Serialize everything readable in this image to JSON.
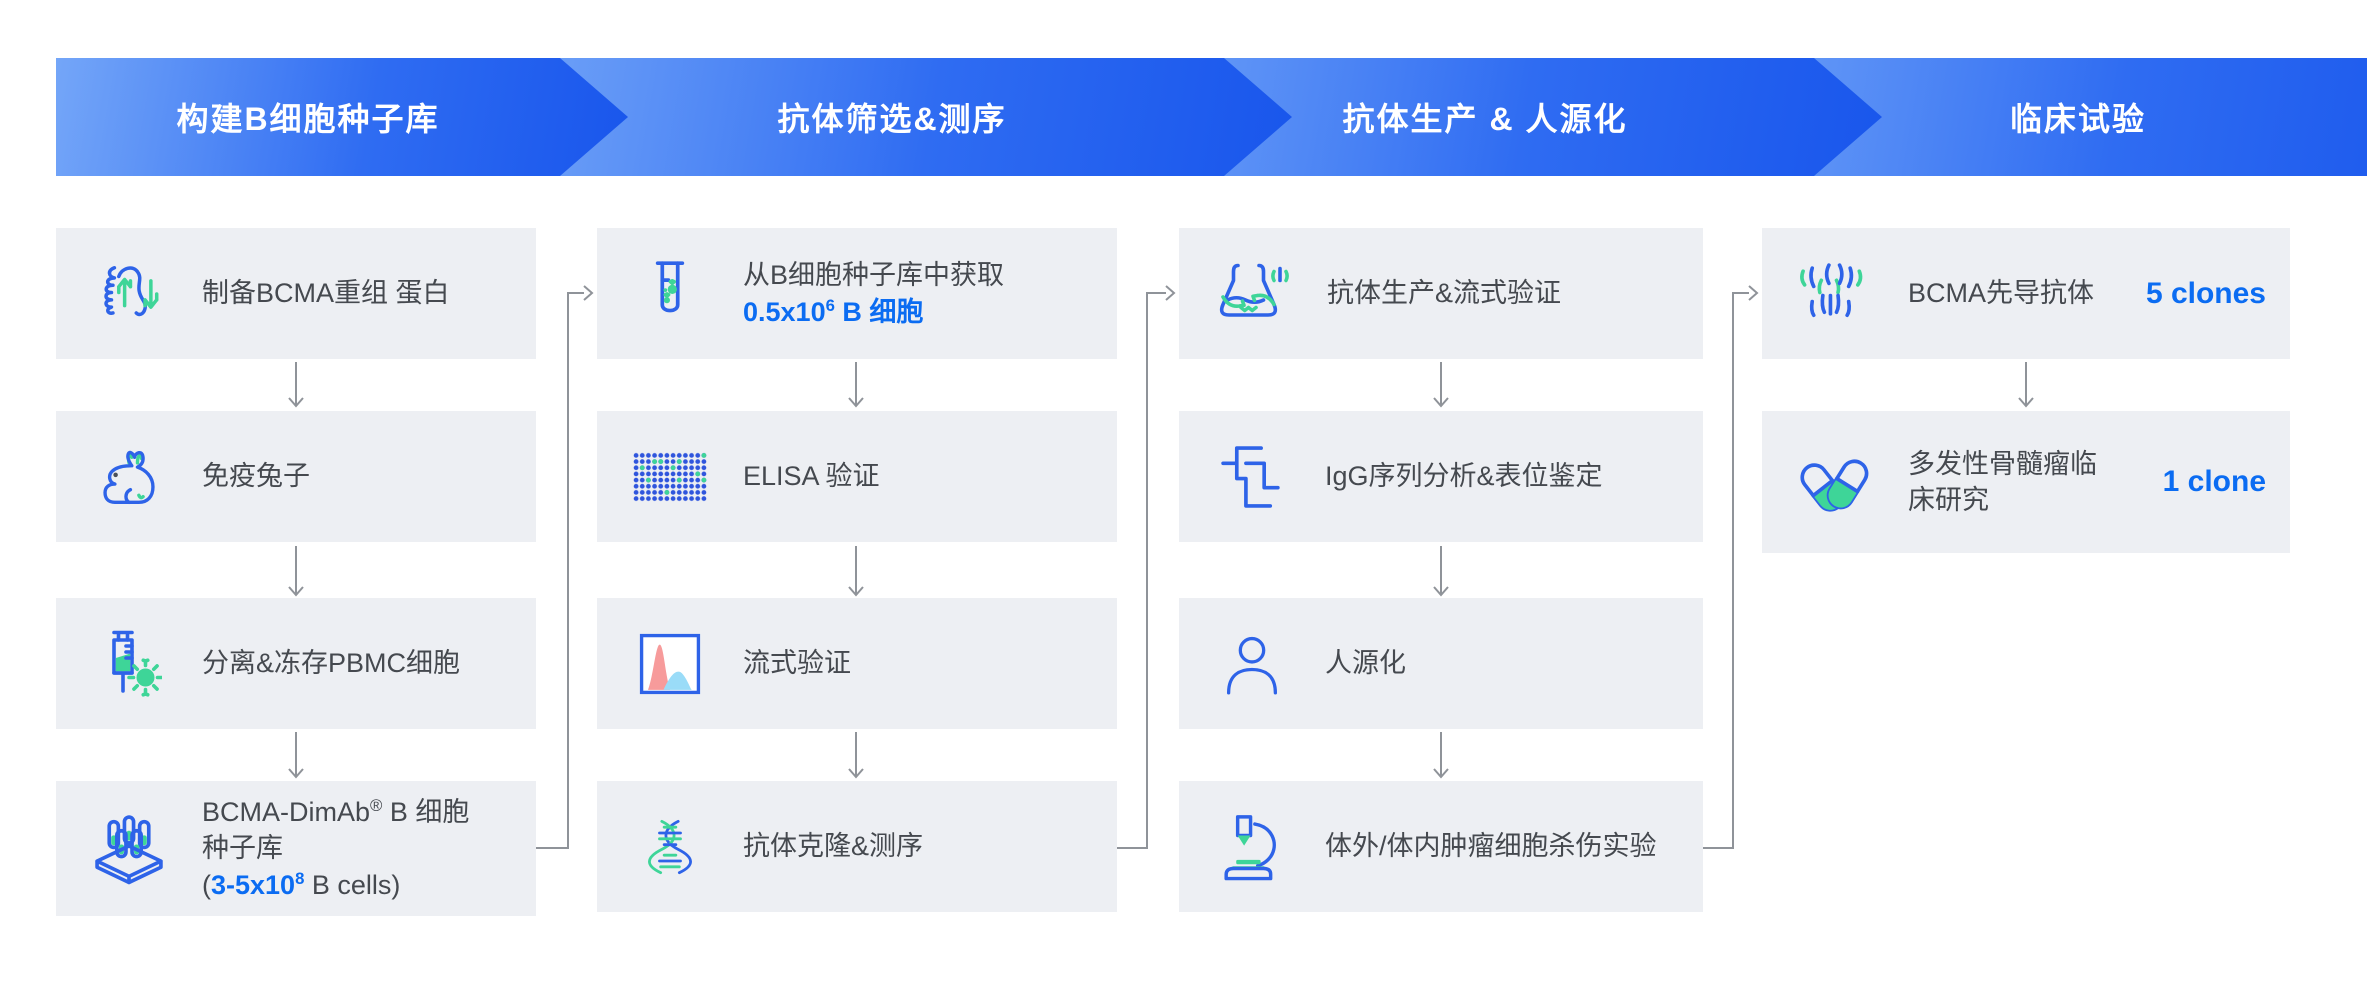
{
  "colors": {
    "banner_gradient_light": "#74a6f8",
    "banner_gradient_dark": "#1956ec",
    "box_background": "#edeff3",
    "text": "#45494f",
    "accent_blue": "#0b6cf2",
    "icon_blue": "#2e63e8",
    "icon_green": "#3ed598",
    "connector_gray": "#8f9399"
  },
  "header": {
    "stages": [
      {
        "label": "构建B细胞种子库"
      },
      {
        "label": "抗体筛选&测序"
      },
      {
        "label": "抗体生产 & 人源化"
      },
      {
        "label": "临床试验"
      }
    ]
  },
  "steps": {
    "c1r1": "制备BCMA重组 蛋白",
    "c1r2": "免疫兔子",
    "c1r3": "分离&冻存PBMC细胞",
    "c1r4": {
      "line1_main": "BCMA-DimAb",
      "line1_sup": "®",
      "line1_rest": " B 细胞",
      "line2": "种子库",
      "line3_open": "(",
      "line3_value": "3-5x10",
      "line3_sup": "8",
      "line3_rest": " B cells)"
    },
    "c2r1": {
      "line1": "从B细胞种子库中获取",
      "line2_value": "0.5x10",
      "line2_sup": "6",
      "line2_rest": " B 细胞"
    },
    "c2r2": "ELISA 验证",
    "c2r3": "流式验证",
    "c2r4": "抗体克隆&测序",
    "c3r1": "抗体生产&流式验证",
    "c3r2": "IgG序列分析&表位鉴定",
    "c3r3": "人源化",
    "c3r4": "体外/体内肿瘤细胞杀伤实验",
    "c4r1": {
      "label": "BCMA先导抗体",
      "badge": "5 clones"
    },
    "c4r2": {
      "label": "多发性骨髓瘤临床研究",
      "badge": "1 clone"
    }
  },
  "icons": {
    "protein-icon": "coiled recombinant protein with up/down arrows",
    "rabbit-icon": "rabbit",
    "syringe-icon": "syringe with cell",
    "tube-rack-icon": "test tube rack",
    "test-tube-icon": "test tube with cells",
    "microplate-icon": "ELISA microplate wells",
    "flow-histogram-icon": "flow cytometry histogram",
    "dna-icon": "dna double helix",
    "flask-icon": "culture flask",
    "sequence-tree-icon": "sequence cluster tree",
    "person-icon": "human figure",
    "microscope-icon": "microscope",
    "antibody-icon": "antibody bundle",
    "pills-icon": "two capsules"
  }
}
